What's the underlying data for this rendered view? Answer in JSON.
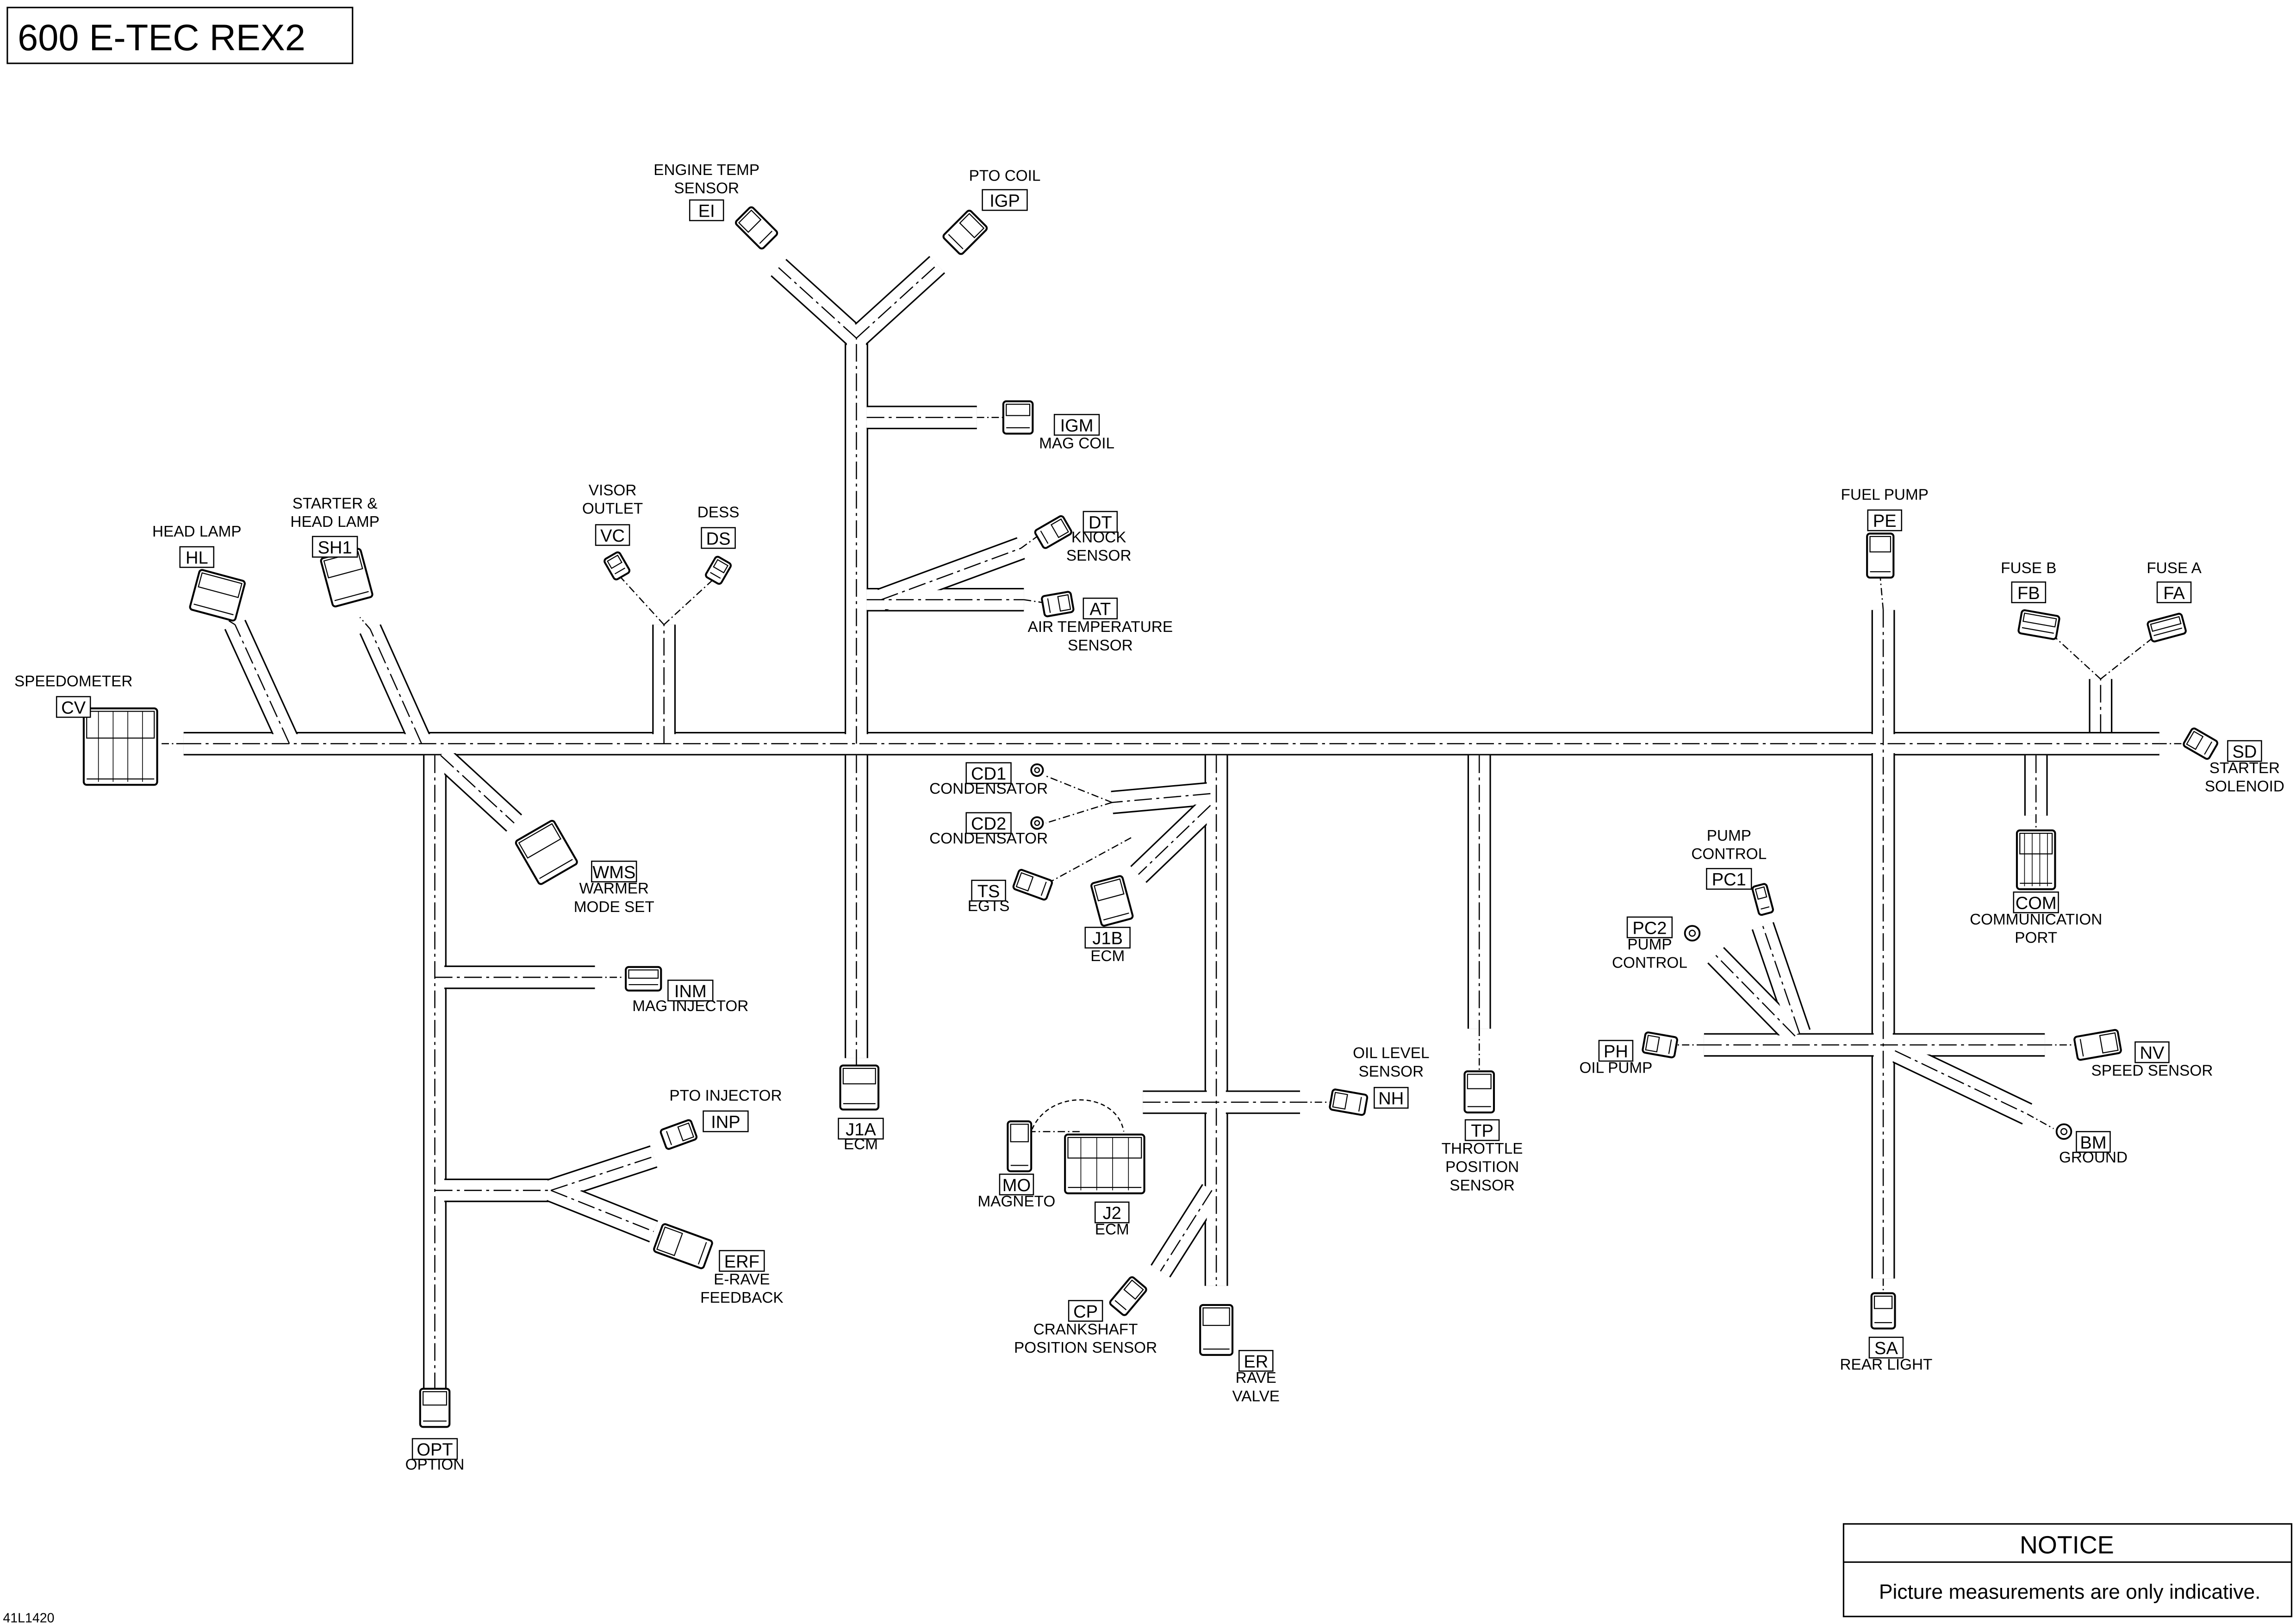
{
  "title": "600 E-TEC REX2",
  "drawing_number": "41L1420",
  "notice": {
    "heading": "NOTICE",
    "text": "Picture measurements are only indicative."
  },
  "connectors": {
    "EI": {
      "code": "EI",
      "label": [
        "ENGINE TEMP",
        "SENSOR"
      ]
    },
    "IGP": {
      "code": "IGP",
      "label": [
        "PTO COIL"
      ]
    },
    "IGM": {
      "code": "IGM",
      "label": [
        "MAG COIL"
      ]
    },
    "DT": {
      "code": "DT",
      "label": [
        "KNOCK",
        "SENSOR"
      ]
    },
    "AT": {
      "code": "AT",
      "label": [
        "AIR TEMPERATURE",
        "SENSOR"
      ]
    },
    "VC": {
      "code": "VC",
      "label": [
        "VISOR",
        "OUTLET"
      ]
    },
    "DS": {
      "code": "DS",
      "label": [
        "DESS"
      ]
    },
    "SH1": {
      "code": "SH1",
      "label": [
        "STARTER &",
        "HEAD LAMP"
      ]
    },
    "HL": {
      "code": "HL",
      "label": [
        "HEAD LAMP"
      ]
    },
    "CV": {
      "code": "CV",
      "label": [
        "SPEEDOMETER"
      ]
    },
    "WMS": {
      "code": "WMS",
      "label": [
        "WARMER",
        "MODE SET"
      ]
    },
    "INM": {
      "code": "INM",
      "label": [
        "MAG INJECTOR"
      ]
    },
    "INP": {
      "code": "INP",
      "label": [
        "PTO INJECTOR"
      ]
    },
    "ERF": {
      "code": "ERF",
      "label": [
        "E-RAVE",
        "FEEDBACK"
      ]
    },
    "OPT": {
      "code": "OPT",
      "label": [
        "OPTION"
      ]
    },
    "J1A": {
      "code": "J1A",
      "label": [
        "ECM"
      ]
    },
    "CD1": {
      "code": "CD1",
      "label": [
        "CONDENSATOR"
      ]
    },
    "CD2": {
      "code": "CD2",
      "label": [
        "CONDENSATOR"
      ]
    },
    "TS": {
      "code": "TS",
      "label": [
        "EGTS"
      ]
    },
    "J1B": {
      "code": "J1B",
      "label": [
        "ECM"
      ]
    },
    "MO": {
      "code": "MO",
      "label": [
        "MAGNETO"
      ]
    },
    "J2": {
      "code": "J2",
      "label": [
        "ECM"
      ]
    },
    "CP": {
      "code": "CP",
      "label": [
        "CRANKSHAFT",
        "POSITION SENSOR"
      ]
    },
    "ER": {
      "code": "ER",
      "label": [
        "RAVE",
        "VALVE"
      ]
    },
    "NH": {
      "code": "NH",
      "label": [
        "OIL LEVEL",
        "SENSOR"
      ]
    },
    "TP": {
      "code": "TP",
      "label": [
        "THROTTLE",
        "POSITION",
        "SENSOR"
      ]
    },
    "PE": {
      "code": "PE",
      "label": [
        "FUEL PUMP"
      ]
    },
    "FB": {
      "code": "FB",
      "label": [
        "FUSE B"
      ]
    },
    "FA": {
      "code": "FA",
      "label": [
        "FUSE A"
      ]
    },
    "SD": {
      "code": "SD",
      "label": [
        "STARTER",
        "SOLENOID"
      ]
    },
    "COM": {
      "code": "COM",
      "label": [
        "COMMUNICATION",
        "PORT"
      ]
    },
    "PC1": {
      "code": "PC1",
      "label": [
        "PUMP",
        "CONTROL"
      ]
    },
    "PC2": {
      "code": "PC2",
      "label": [
        "PUMP",
        "CONTROL"
      ]
    },
    "PH": {
      "code": "PH",
      "label": [
        "OIL PUMP"
      ]
    },
    "NV": {
      "code": "NV",
      "label": [
        "SPEED SENSOR"
      ]
    },
    "BM": {
      "code": "BM",
      "label": [
        "GROUND"
      ]
    },
    "SA": {
      "code": "SA",
      "label": [
        "REAR LIGHT"
      ]
    }
  }
}
